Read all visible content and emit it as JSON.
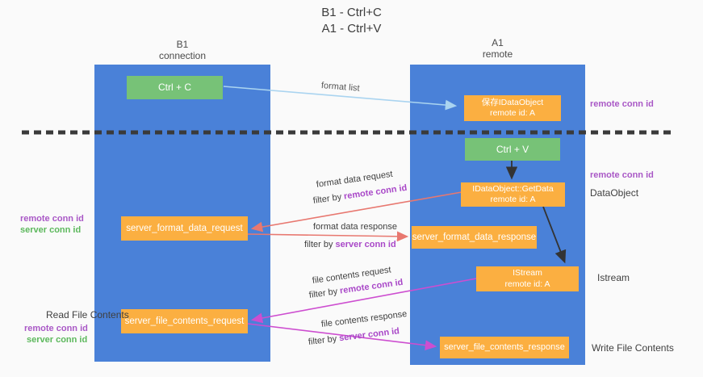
{
  "palette": {
    "background": "#fafafa",
    "column_blue": "#4a81d8",
    "box_orange": "#fbaf41",
    "box_green": "#77c277",
    "arrow_lightblue": "#aad4f0",
    "arrow_salmon": "#e87870",
    "arrow_magenta": "#cd4ed0",
    "arrow_black": "#333333",
    "text_purple": "#a958c6",
    "text_green": "#5cb85c",
    "text_dark": "#3f3f3f"
  },
  "title": {
    "line1": "B1 - Ctrl+C",
    "line2": "A1 - Ctrl+V"
  },
  "columns": {
    "left": {
      "title": "B1",
      "subtitle": "connection"
    },
    "right": {
      "title": "A1",
      "subtitle": "remote"
    }
  },
  "nodes": {
    "ctrl_c": {
      "label": "Ctrl + C"
    },
    "ctrl_v": {
      "label": "Ctrl + V"
    },
    "save_idataobject": {
      "line1": "保存IDataObject",
      "line2": "remote id: A"
    },
    "idataobject_getdata": {
      "line1": "IDataObject::GetData",
      "line2": "remote id: A"
    },
    "istream": {
      "line1": "IStream",
      "line2": "remote id: A"
    },
    "server_format_data_request": {
      "label": "server_format_data_request"
    },
    "server_format_data_response": {
      "label": "server_format_data_response"
    },
    "server_file_contents_request": {
      "label": "server_file_contents_request"
    },
    "server_file_contents_response": {
      "label": "server_file_contents_response"
    }
  },
  "arrow_labels": {
    "format_list": "format list",
    "format_data_request": "format data request",
    "format_data_response": "format data response",
    "file_contents_request": "file contents request",
    "file_contents_response": "file contents response",
    "filter_by": "filter by",
    "remote_conn_id": "remote conn id",
    "server_conn_id": "server conn id"
  },
  "side_labels": {
    "remote_conn_id": "remote conn id",
    "server_conn_id": "server conn id",
    "dataobject": "DataObject",
    "istream": "Istream",
    "read_file_contents": "Read File Contents",
    "write_file_contents": "Write File Contents"
  }
}
